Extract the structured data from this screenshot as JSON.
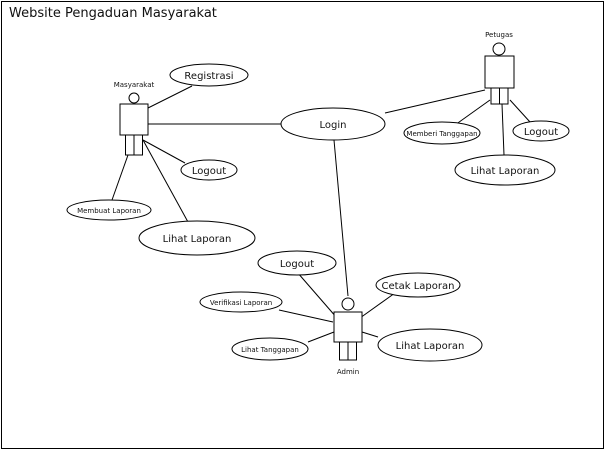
{
  "diagram": {
    "title": "Website Pengaduan Masyarakat",
    "actors": {
      "masyarakat": "Masyarakat",
      "petugas": "Petugas",
      "admin": "Admin"
    },
    "usecases": {
      "registrasi": "Registrasi",
      "login": "Login",
      "logout_m": "Logout",
      "membuat_laporan": "Membuat Laporan",
      "lihat_laporan_m": "Lihat Laporan",
      "memberi_tanggapan": "Memberi Tanggapan",
      "logout_p": "Logout",
      "lihat_laporan_p": "Lihat Laporan",
      "logout_a": "Logout",
      "cetak_laporan": "Cetak Laporan",
      "verifikasi_laporan": "Verifikasi Laporan",
      "lihat_tanggapan": "Lihat Tanggapan",
      "lihat_laporan_a": "Lihat Laporan"
    }
  }
}
